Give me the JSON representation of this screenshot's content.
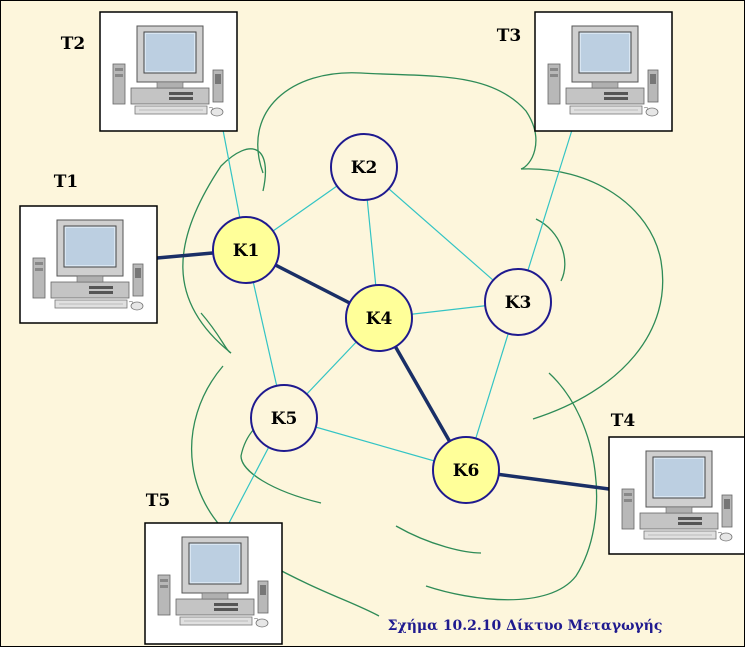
{
  "colors": {
    "background": "#fdf6dc",
    "node_active_fill": "#ffff99",
    "node_idle_fill": "#fdf6dc",
    "node_stroke": "#1f1a8f",
    "thin_link": "#33c4c4",
    "heavy_link": "#1a2f66",
    "cloud_curve": "#2e8b57",
    "caption": "#1f1a8f"
  },
  "terminals": [
    {
      "id": "T1",
      "label": "T1",
      "icon": "desktop-computer-icon"
    },
    {
      "id": "T2",
      "label": "T2",
      "icon": "desktop-computer-icon"
    },
    {
      "id": "T3",
      "label": "T3",
      "icon": "desktop-computer-icon"
    },
    {
      "id": "T4",
      "label": "T4",
      "icon": "desktop-computer-icon"
    },
    {
      "id": "T5",
      "label": "T5",
      "icon": "desktop-computer-icon"
    }
  ],
  "nodes": [
    {
      "id": "K1",
      "label": "K1",
      "active": true
    },
    {
      "id": "K2",
      "label": "K2",
      "active": false
    },
    {
      "id": "K3",
      "label": "K3",
      "active": false
    },
    {
      "id": "K4",
      "label": "K4",
      "active": true
    },
    {
      "id": "K5",
      "label": "K5",
      "active": false
    },
    {
      "id": "K6",
      "label": "K6",
      "active": true
    }
  ],
  "links": [
    {
      "from": "T1",
      "to": "K1",
      "heavy": true
    },
    {
      "from": "T2",
      "to": "K1",
      "heavy": false
    },
    {
      "from": "T3",
      "to": "K3",
      "heavy": false
    },
    {
      "from": "T4",
      "to": "K6",
      "heavy": true
    },
    {
      "from": "T5",
      "to": "K5",
      "heavy": false
    },
    {
      "from": "K1",
      "to": "K2",
      "heavy": false
    },
    {
      "from": "K1",
      "to": "K4",
      "heavy": true
    },
    {
      "from": "K1",
      "to": "K5",
      "heavy": false
    },
    {
      "from": "K2",
      "to": "K4",
      "heavy": false
    },
    {
      "from": "K2",
      "to": "K3",
      "heavy": false
    },
    {
      "from": "K4",
      "to": "K3",
      "heavy": false
    },
    {
      "from": "K4",
      "to": "K5",
      "heavy": false
    },
    {
      "from": "K4",
      "to": "K6",
      "heavy": true
    },
    {
      "from": "K3",
      "to": "K6",
      "heavy": false
    },
    {
      "from": "K5",
      "to": "K6",
      "heavy": false
    }
  ],
  "caption": "Σχήμα 10.2.10  Δίκτυο Μεταγωγής"
}
